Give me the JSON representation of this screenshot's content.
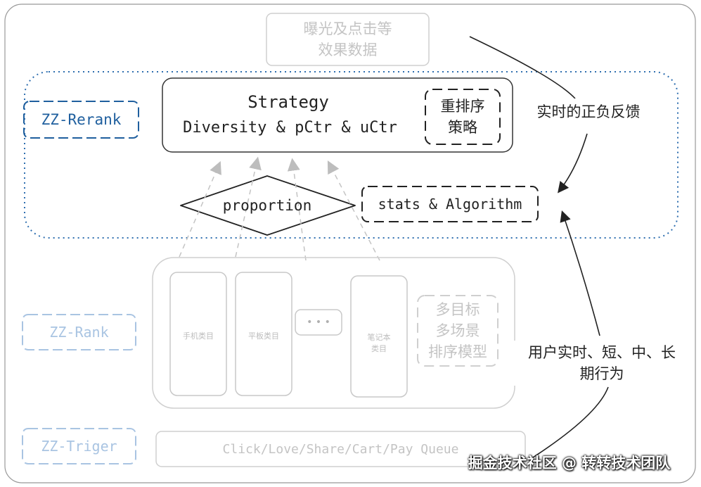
{
  "exposure_box": {
    "line1": "曝光及点击等",
    "line2": "效果数据"
  },
  "rerank": {
    "label": "ZZ-Rerank",
    "strategy_title": "Strategy",
    "strategy_sub": "Diversity & pCtr & uCtr",
    "rerank_strategy": {
      "line1": "重排序",
      "line2": "策略"
    },
    "proportion": "proportion",
    "stats": "stats & Algorithm"
  },
  "feedback_label": "实时的正负反馈",
  "rank": {
    "label": "ZZ-Rank",
    "categories": [
      "手机类目",
      "平板类目",
      "笔记本\n类目"
    ],
    "ellipsis": "• • •",
    "model": {
      "line1": "多目标",
      "line2": "多场景",
      "line3": "排序模型"
    }
  },
  "behavior_label": {
    "line1": "用户实时、短、中、长",
    "line2": "期行为"
  },
  "triger": {
    "label": "ZZ-Triger",
    "queue": "Click/Love/Share/Cart/Pay Queue"
  },
  "watermark": "掘金技术社区 @ 转转技术团队",
  "colors": {
    "rerank_blue": "#1f5f9e",
    "dotted_blue": "#2f6fb0",
    "faded_blue": "#a9c4e2",
    "faded_gray": "#c8c8c8",
    "dark": "#222222"
  }
}
